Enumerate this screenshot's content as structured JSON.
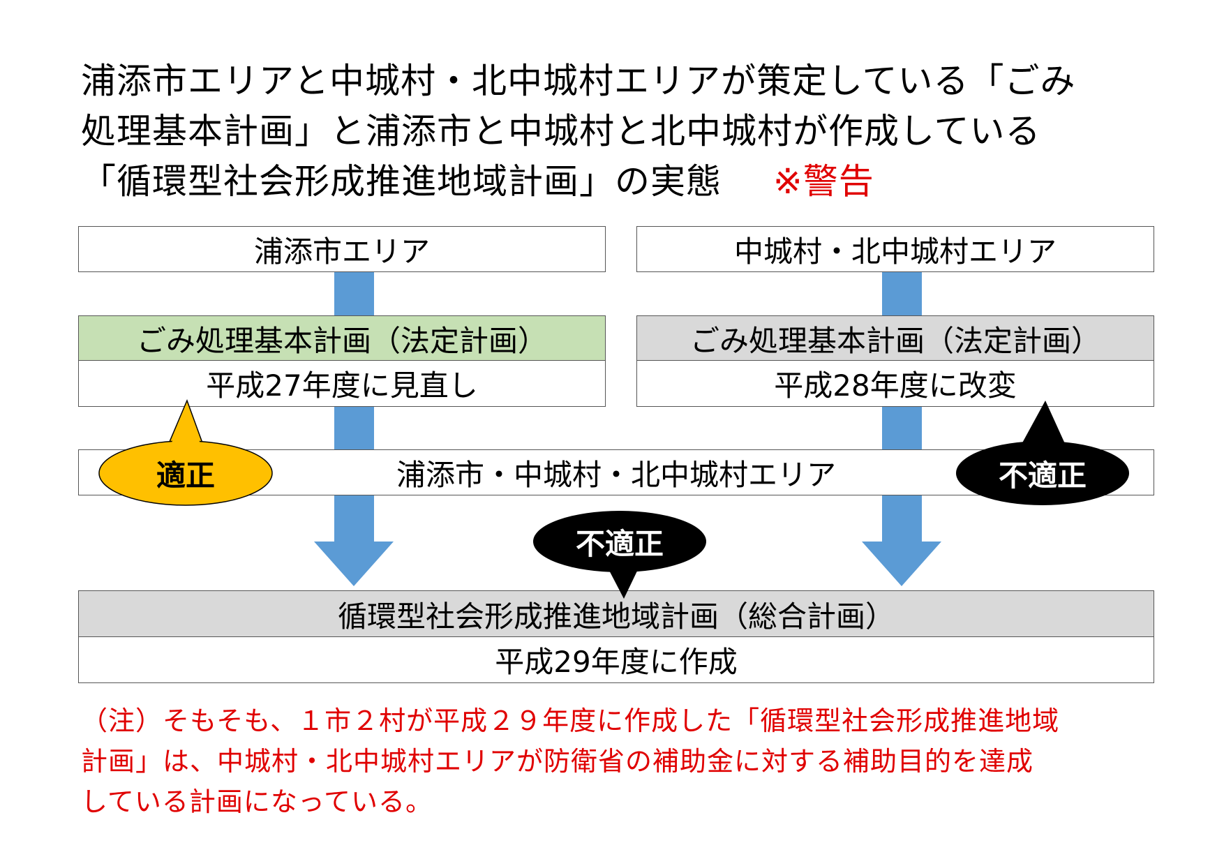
{
  "title": {
    "line1": "浦添市エリアと中城村・北中城村エリアが策定している「ごみ",
    "line2": "処理基本計画」と浦添市と中城村と北中城村が作成している",
    "line3": "「循環型社会形成推進地域計画」の実態",
    "warning": "※警告"
  },
  "left_area": {
    "name": "浦添市エリア",
    "plan": "ごみ処理基本計画（法定計画）",
    "status": "平成27年度に見直し"
  },
  "right_area": {
    "name": "中城村・北中城村エリア",
    "plan": "ごみ処理基本計画（法定計画）",
    "status": "平成28年度に改変"
  },
  "combined_area": {
    "name": "浦添市・中城村・北中城村エリア"
  },
  "regional_plan": {
    "name": "循環型社会形成推進地域計画（総合計画）",
    "status": "平成29年度に作成"
  },
  "callouts": {
    "left": "適正",
    "right": "不適正",
    "center": "不適正"
  },
  "note": {
    "line1": "（注）そもそも、１市２村が平成２９年度に作成した「循環型社会形成推進地域",
    "line2": "計画」は、中城村・北中城村エリアが防衛省の補助金に対する補助目的を達成",
    "line3": "している計画になっている。"
  },
  "colors": {
    "arrow": "#5b9bd5",
    "green_fill": "#c6e0b4",
    "gray_fill": "#d9d9d9",
    "callout_ok": "#ffc000",
    "callout_ng": "#000000",
    "warning_red": "#e00000"
  }
}
